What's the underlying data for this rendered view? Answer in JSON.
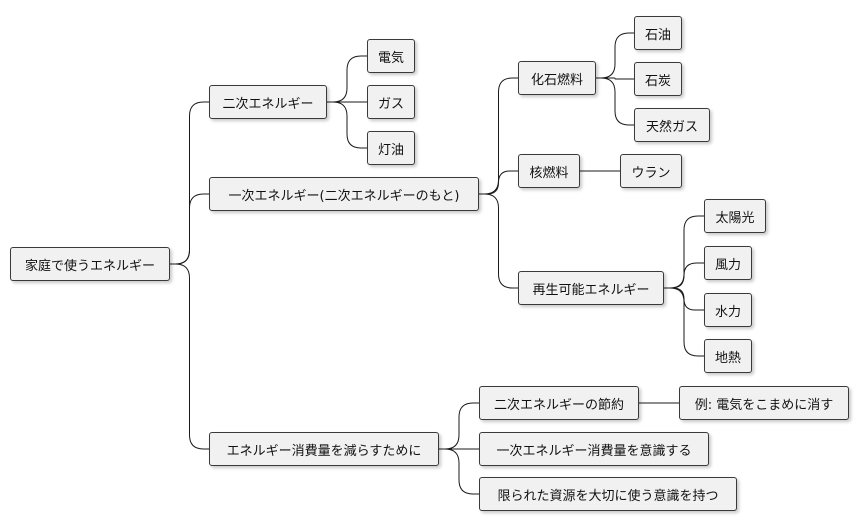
{
  "mindmap": {
    "root": "家庭で使うエネルギー",
    "secondary": {
      "label": "二次エネルギー",
      "items": [
        "電気",
        "ガス",
        "灯油"
      ]
    },
    "primary": {
      "label": "一次エネルギー(二次エネルギーのもと)",
      "fossil": {
        "label": "化石燃料",
        "items": [
          "石油",
          "石炭",
          "天然ガス"
        ]
      },
      "nuclear": {
        "label": "核燃料",
        "items": [
          "ウラン"
        ]
      },
      "renewable": {
        "label": "再生可能エネルギー",
        "items": [
          "太陽光",
          "風力",
          "水力",
          "地熱"
        ]
      }
    },
    "reduce": {
      "label": "エネルギー消費量を減らすために",
      "saving": {
        "label": "二次エネルギーの節約",
        "example": "例: 電気をこまめに消す"
      },
      "items": [
        "一次エネルギー消費量を意識する",
        "限られた資源を大切に使う意識を持つ"
      ]
    }
  }
}
